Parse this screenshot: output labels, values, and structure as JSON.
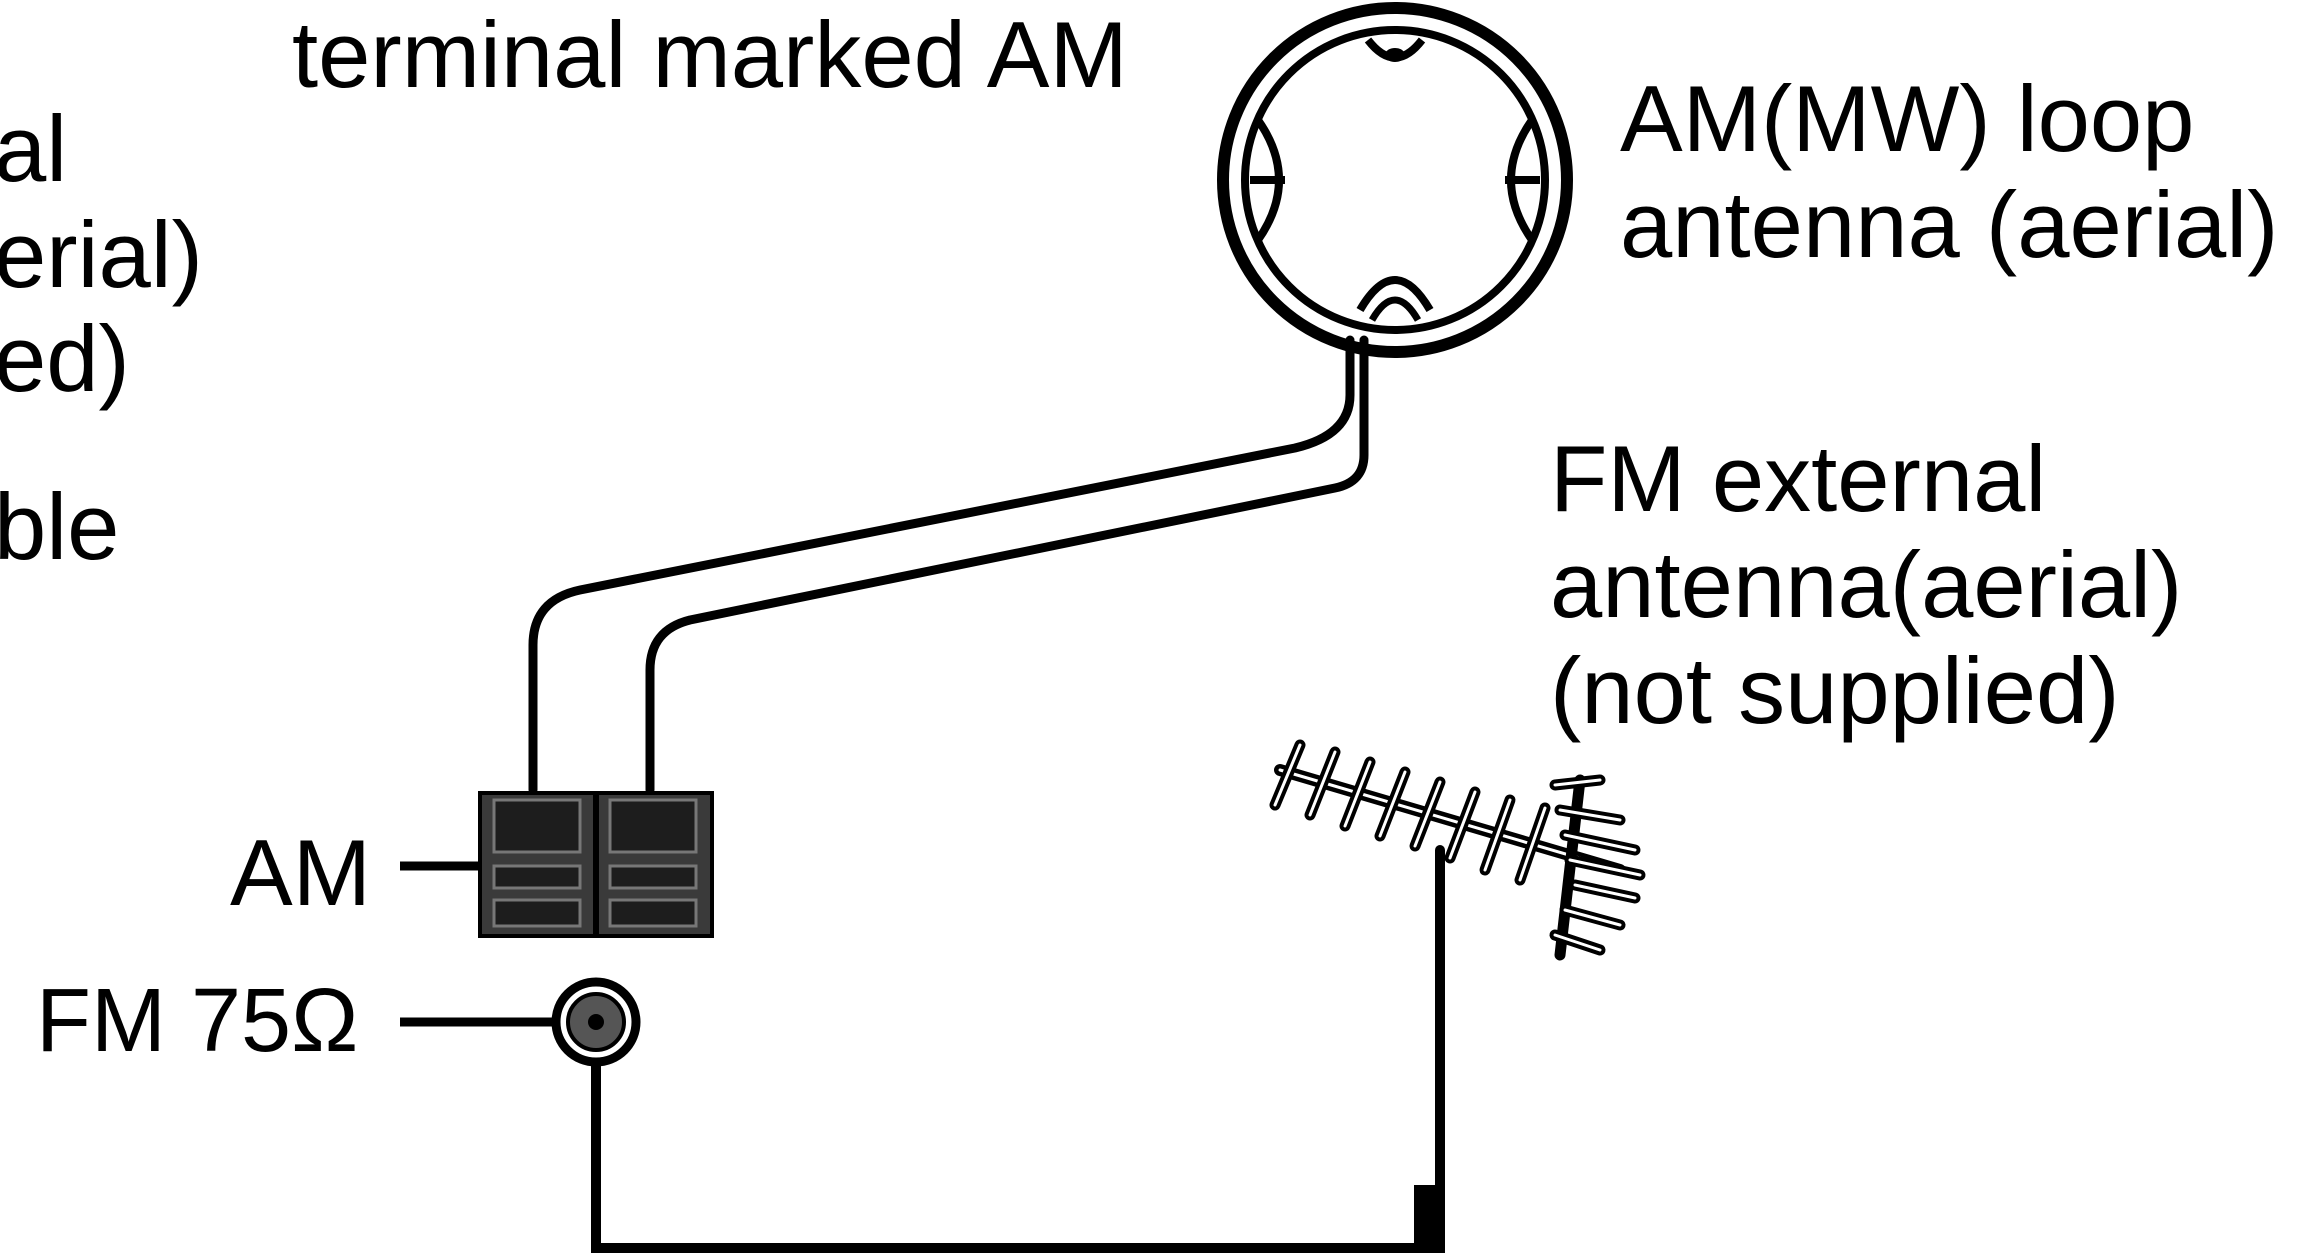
{
  "labels": {
    "top_caption": "terminal marked AM",
    "left_fragments": [
      "al",
      "erial)",
      "ed)",
      "ble"
    ],
    "am_loop": [
      "AM(MW) loop",
      "antenna (aerial)"
    ],
    "fm_external": [
      "FM external",
      "antenna(aerial)",
      "(not supplied)"
    ],
    "am_terminal": "AM",
    "fm_terminal_prefix": "FM 75",
    "fm_terminal_unit": "Ω"
  },
  "colors": {
    "ink": "#000000",
    "terminal_fill": "#3a3a3a",
    "background": "#ffffff"
  },
  "icons": {
    "am_loop": "am-loop-antenna-icon",
    "fm_yagi": "fm-yagi-antenna-icon",
    "am_terminal": "am-terminal-block-icon",
    "fm_terminal": "coaxial-jack-icon"
  }
}
